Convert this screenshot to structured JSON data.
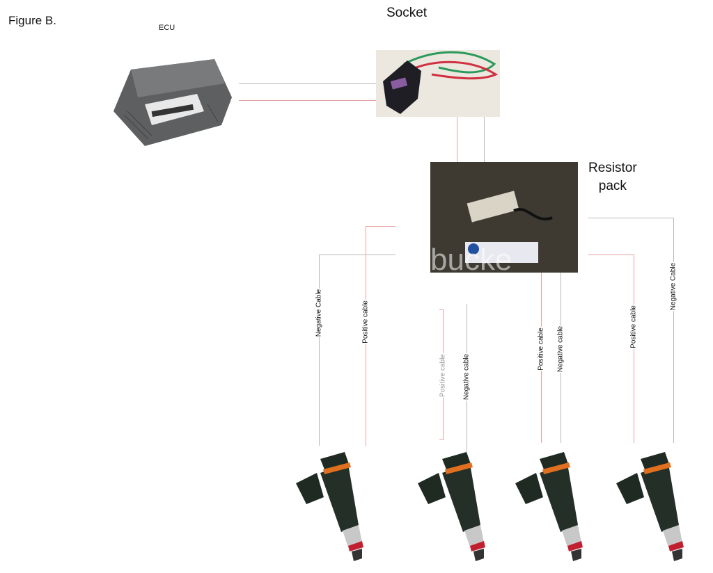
{
  "figure_label": "Figure B.",
  "ecu": {
    "label": "ECU"
  },
  "socket": {
    "label": "Socket"
  },
  "resistor_pack": {
    "label_line1": "Resistor",
    "label_line2": "pack",
    "watermark": "bucke"
  },
  "cables": [
    {
      "label": "Negative Cable"
    },
    {
      "label": "Positive cable"
    },
    {
      "label": "Positive cable"
    },
    {
      "label": "Negative cable"
    },
    {
      "label": "Positive cable"
    },
    {
      "label": "Negative cable"
    },
    {
      "label": "Positive cable"
    },
    {
      "label": "Negative Cable"
    }
  ],
  "colors": {
    "positive_line": "#e5a0a0",
    "negative_line": "#b8b8b8",
    "injector_body": "#1f2a22",
    "injector_ring": "#e07020"
  }
}
